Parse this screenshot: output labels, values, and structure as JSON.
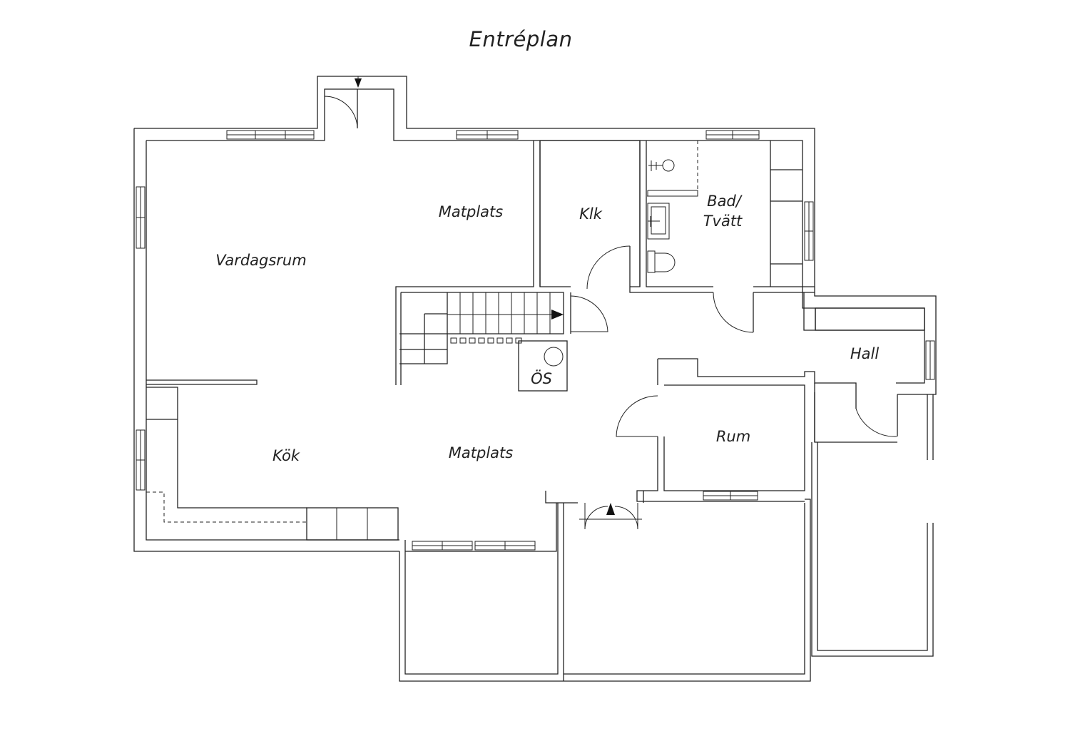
{
  "title": "Entréplan",
  "rooms": {
    "vardagsrum": "Vardagsrum",
    "matplats_upper": "Matplats",
    "klk": "Klk",
    "bad_line1": "Bad/",
    "bad_line2": "Tvätt",
    "hall": "Hall",
    "os": "ÖS",
    "rum": "Rum",
    "kok": "Kök",
    "matplats_lower": "Matplats"
  }
}
